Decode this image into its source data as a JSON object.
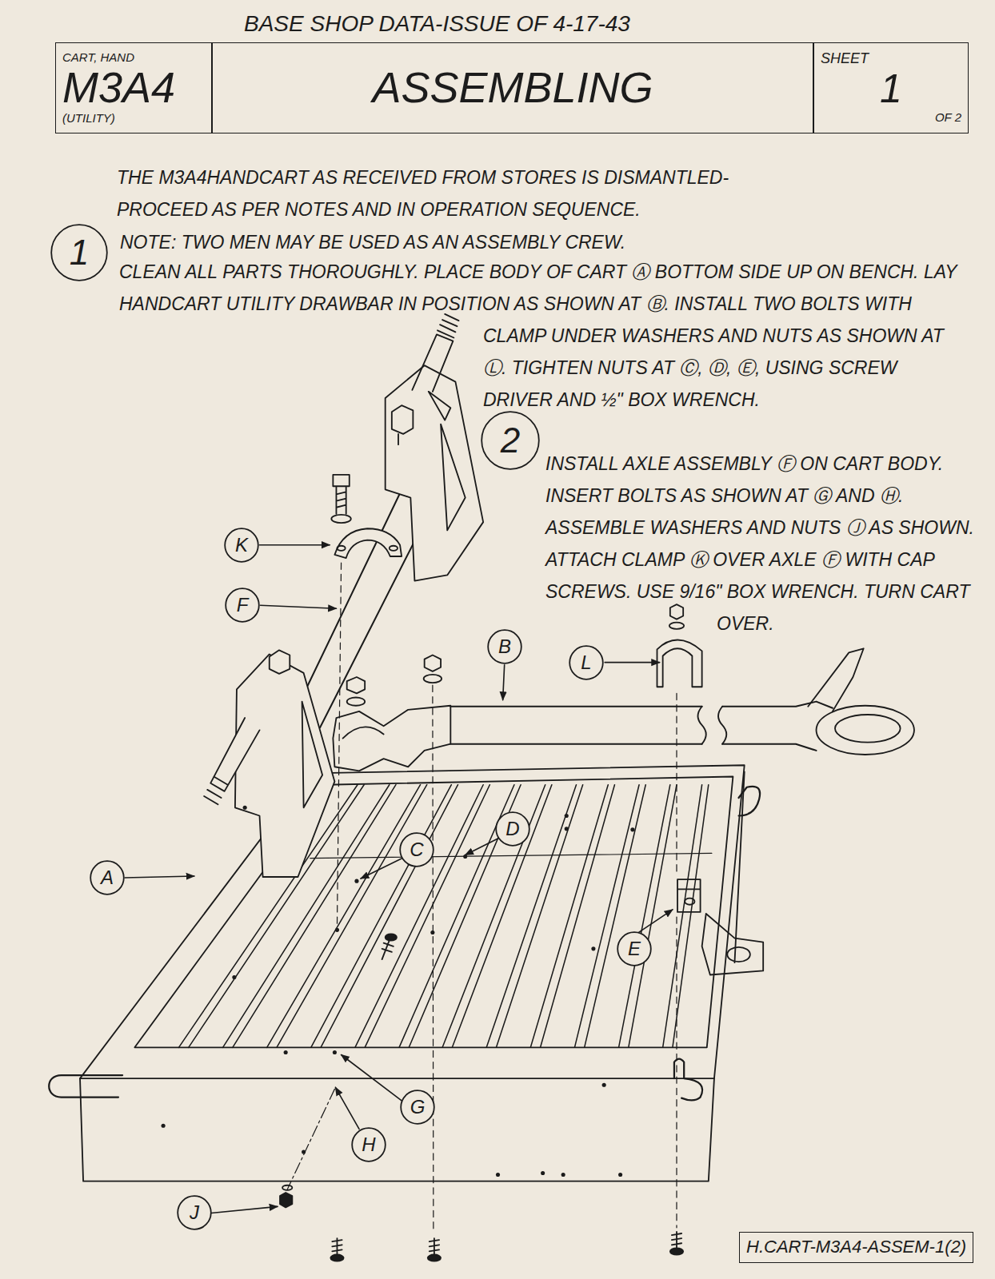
{
  "diagram": {
    "nodes": [
      {
        "text": [
          "CART, HAND",
          "M3A4",
          "(UTILITY)"
        ]
      },
      {
        "text": [
          "ASSEMBLING"
        ]
      },
      {
        "text": [
          "SHEET",
          "1",
          "OF 2"
        ]
      },
      {
        "text": [
          "1"
        ]
      },
      {
        "text": [
          "2"
        ]
      },
      {
        "text": [
          "K"
        ]
      },
      {
        "text": [
          "F"
        ]
      },
      {
        "text": [
          "B"
        ]
      },
      {
        "text": [
          "L"
        ]
      },
      {
        "text": [
          "D"
        ]
      },
      {
        "text": [
          "C"
        ]
      },
      {
        "text": [
          "A"
        ]
      },
      {
        "text": [
          "E"
        ]
      },
      {
        "text": [
          "G"
        ]
      },
      {
        "text": [
          "H"
        ]
      },
      {
        "text": [
          "J"
        ]
      },
      {
        "text": [
          "H.CART-M3A4-ASSEM-1(2)"
        ]
      }
    ],
    "labels": [
      "BASE SHOP DATA-ISSUE OF 4-17-43",
      "THE M3A4HANDCART AS RECEIVED FROM STORES IS DISMANTLED- PROCEED AS PER NOTES AND IN OPERATION SEQUENCE.",
      "NOTE: TWO MEN MAY BE USED AS AN ASSEMBLY CREW.",
      "CLEAN ALL PARTS THOROUGHLY. PLACE BODY OF CART Ⓐ BOTTOM SIDE UP ON BENCH. LAY HANDCART UTILITY DRAWBAR IN POSITION AS SHOWN AT Ⓑ. INSTALL TWO BOLTS WITH CLAMP UNDER WASHERS AND NUTS AS SHOWN AT Ⓛ. TIGHTEN NUTS AT Ⓒ, Ⓓ, Ⓔ, USING SCREW DRIVER AND ½\" BOX WRENCH.",
      "INSTALL AXLE ASSEMBLY Ⓕ ON CART BODY. INSERT BOLTS AS SHOWN AT Ⓖ AND Ⓗ. ASSEMBLE WASHERS AND NUTS Ⓙ AS SHOWN. ATTACH CLAMP Ⓚ OVER AXLE Ⓕ WITH CAP SCREWS. USE 9/16\" BOX WRENCH. TURN CART OVER."
    ]
  }
}
